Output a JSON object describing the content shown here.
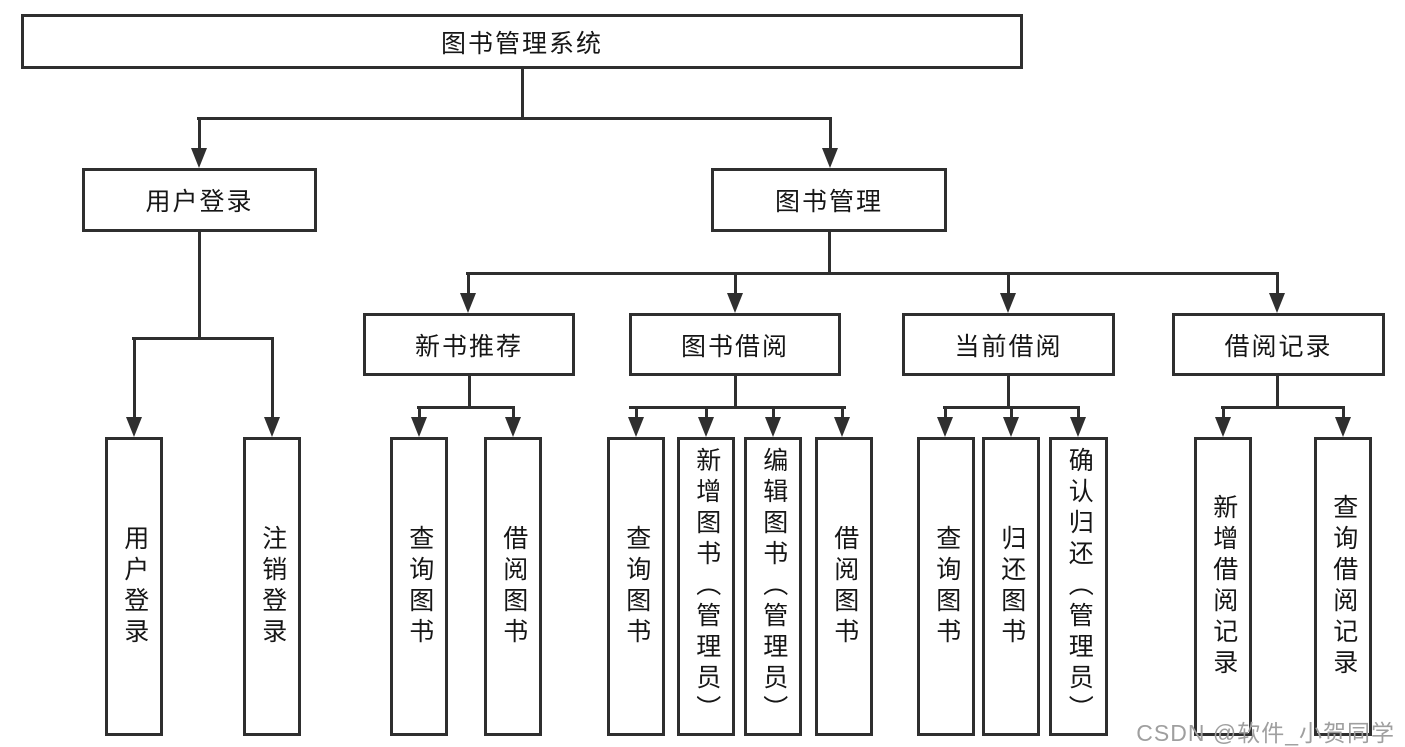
{
  "diagram": {
    "root": {
      "label": "图书管理系统"
    },
    "branches": [
      {
        "label": "用户登录",
        "children": [
          {
            "label": "用户登录"
          },
          {
            "label": "注销登录"
          }
        ]
      },
      {
        "label": "图书管理",
        "children": [
          {
            "label": "新书推荐",
            "children": [
              {
                "label": "查询图书"
              },
              {
                "label": "借阅图书"
              }
            ]
          },
          {
            "label": "图书借阅",
            "children": [
              {
                "label": "查询图书"
              },
              {
                "label": "新增图书（管理员）"
              },
              {
                "label": "编辑图书（管理员）"
              },
              {
                "label": "借阅图书"
              }
            ]
          },
          {
            "label": "当前借阅",
            "children": [
              {
                "label": "查询图书"
              },
              {
                "label": "归还图书"
              },
              {
                "label": "确认归还（管理员）"
              }
            ]
          },
          {
            "label": "借阅记录",
            "children": [
              {
                "label": "新增借阅记录"
              },
              {
                "label": "查询借阅记录"
              }
            ]
          }
        ]
      }
    ]
  },
  "watermark": "CSDN @软件_小贺同学",
  "colors": {
    "line": "#2f2f2f",
    "text": "#161616",
    "watermark": "#9f9f9f",
    "background": "#ffffff"
  }
}
